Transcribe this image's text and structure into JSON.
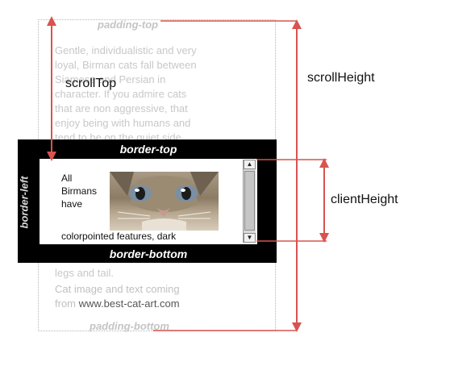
{
  "labels": {
    "padding_top": "padding-top",
    "padding_bottom": "padding-bottom",
    "border_top": "border-top",
    "border_bottom": "border-bottom",
    "border_left": "border-left",
    "scroll_top": "scrollTop",
    "scroll_height": "scrollHeight",
    "client_height": "clientHeight"
  },
  "faded_paragraph": {
    "line_1": "Gentle, individualistic and very",
    "line_2": "loyal, Birman cats fall between",
    "line_3": "Siamese and Persian in",
    "line_4": "character. If you admire cats",
    "line_5": "that are non aggressive, that",
    "line_6": "enjoy being with humans and",
    "line_7": "tend to be on the quiet side,",
    "line_8": "legs and tail."
  },
  "client_content": {
    "word_1": "All",
    "word_2": "Birmans",
    "word_3": "have",
    "line_after_image": "colorpointed features, dark"
  },
  "credit": {
    "prefix": "Cat image and text coming",
    "from": "from ",
    "url": "www.best-cat-art.com"
  },
  "colors": {
    "arrow": "#d9534f",
    "frame": "#000000",
    "faded_text": "#c8c8c8"
  },
  "icons": {
    "scroll_up": "triangle-up-icon",
    "scroll_down": "triangle-down-icon"
  }
}
